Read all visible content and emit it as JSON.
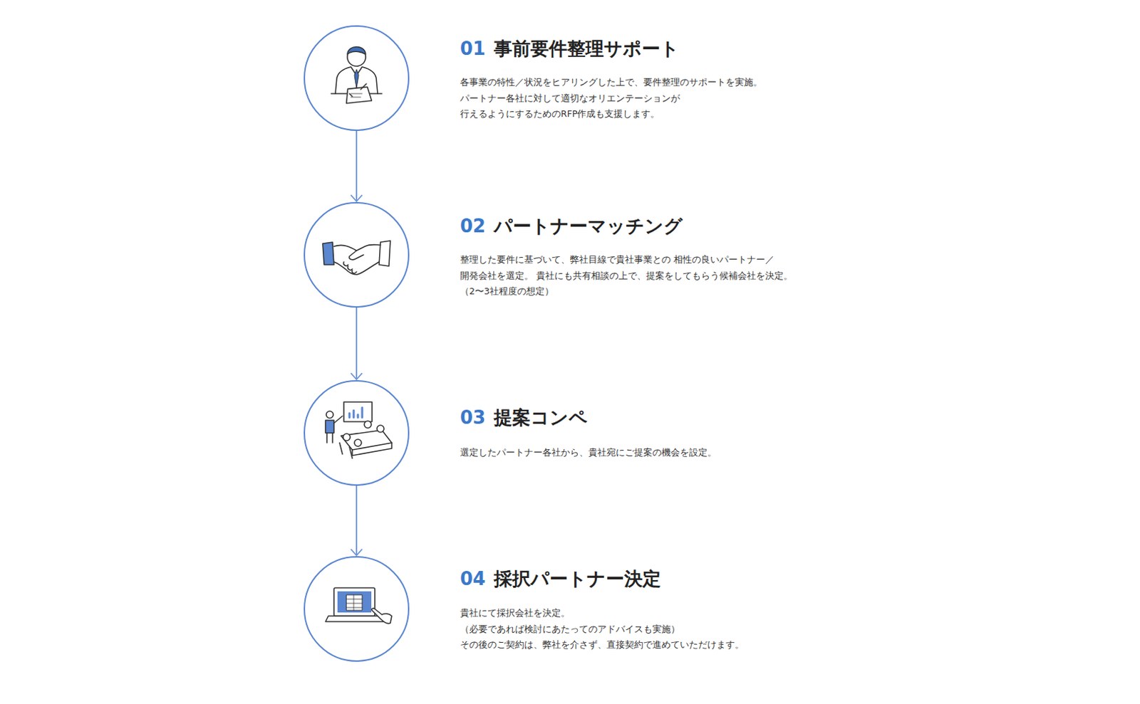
{
  "diagram": {
    "nodes": [
      {
        "text": [
          "01",
          "事前要件整理サポート",
          "各事業の特性／状況をヒアリングした上で、要件整理のサポートを実施。 パートナー各社に対して適切なオリエンテーションが 行えるようにするためのRFP作成も支援します。"
        ]
      },
      {
        "text": [
          "02",
          "パートナーマッチング",
          "整理した要件に基づいて、弊社目線で貴社事業との 相性の良いパートナー／開発会社を選定。 貴社にも共有相談の上で、提案をしてもらう候補会社を決定。（2〜3社程度の想定）"
        ]
      },
      {
        "text": [
          "03",
          "提案コンペ",
          "選定したパートナー各社から、貴社宛にご提案の機会を設定。"
        ]
      },
      {
        "text": [
          "04",
          "採択パートナー決定",
          "貴社にて採択会社を決定。 （必要であれば検討にあたってのアドバイスも実施） その後のご契約は、弊社を介さず、直接契約で進めていただけます。"
        ]
      }
    ],
    "edges": [
      {
        "from": 0,
        "to": 1,
        "arrow": "to"
      },
      {
        "from": 1,
        "to": 2,
        "arrow": "to"
      },
      {
        "from": 2,
        "to": 3,
        "arrow": "to"
      }
    ]
  }
}
